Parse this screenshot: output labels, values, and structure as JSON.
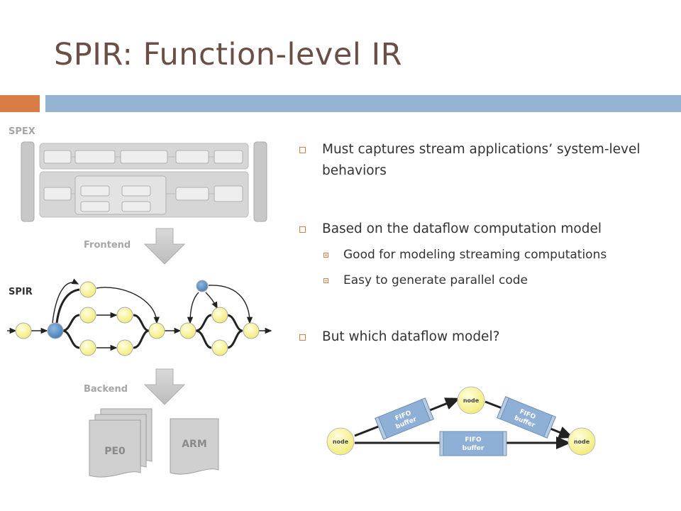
{
  "slide": {
    "title": "SPIR: Function-level IR"
  },
  "left": {
    "spex_label": "SPEX",
    "frontend_label": "Frontend",
    "spir_label": "SPIR",
    "backend_label": "Backend",
    "pe_label": "PE0",
    "arm_label": "ARM"
  },
  "bullets": [
    {
      "text": "Must captures stream applications’ system-level behaviors"
    },
    {
      "text": "Based on the dataflow computation model",
      "sub": [
        "Good for modeling streaming computations",
        "Easy to generate parallel code"
      ]
    },
    {
      "text": "But which dataflow model?"
    }
  ],
  "fifo_diagram": {
    "node_label": "node",
    "fifo_line1": "FIFO",
    "fifo_line2": "buffer"
  },
  "colors": {
    "accent_orange": "#d87d45",
    "accent_blue": "#94b4d2",
    "title": "#6b4f47",
    "node_yellow": "#fdf9a0",
    "node_blue": "#5b8fc4",
    "fifo_fill": "#8fb0d6"
  }
}
